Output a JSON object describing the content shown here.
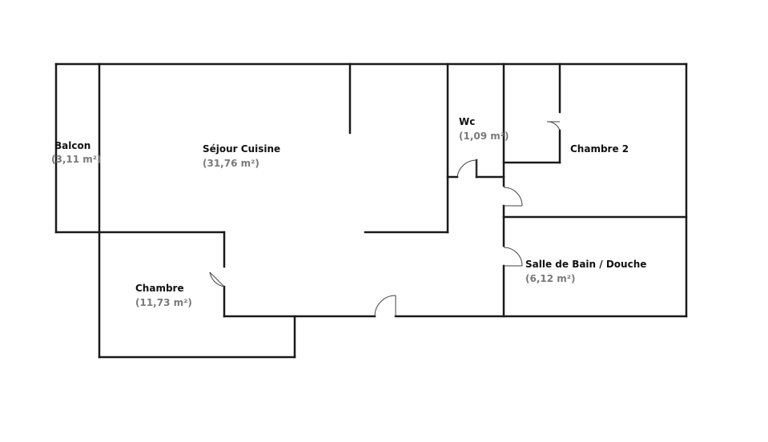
{
  "rooms": [
    {
      "id": "balcon",
      "name": "Balcon",
      "area": "(3,11 m²)"
    },
    {
      "id": "sejour",
      "name": "Séjour Cuisine",
      "area": "(31,76 m²)"
    },
    {
      "id": "wc",
      "name": "Wc",
      "area": "(1,09 m²)"
    },
    {
      "id": "chambre2",
      "name": "Chambre 2",
      "area": ""
    },
    {
      "id": "sdb",
      "name": "Salle de Bain / Douche",
      "area": "(6,12 m²)"
    },
    {
      "id": "chambre",
      "name": "Chambre",
      "area": "(11,73 m²)"
    }
  ]
}
